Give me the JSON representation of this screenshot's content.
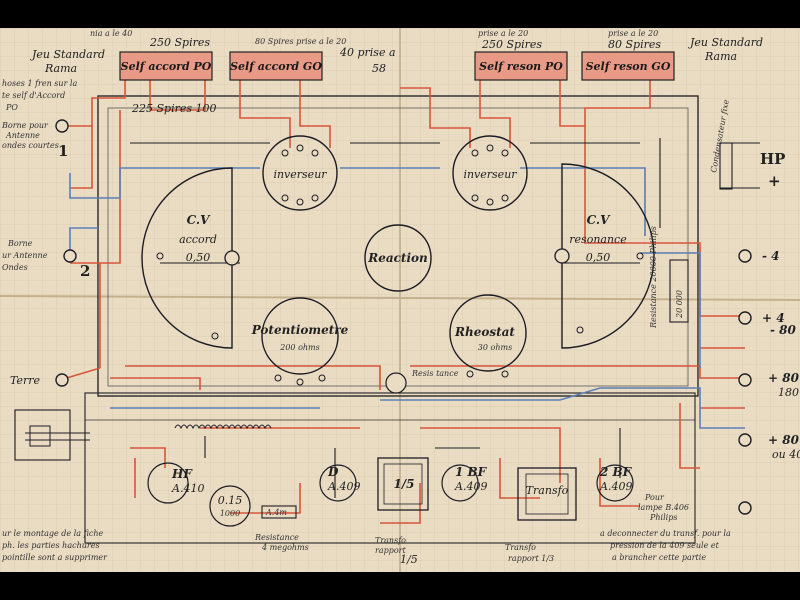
{
  "notes": {
    "top_left_1": "Jeu Standard",
    "top_left_2": "Rama",
    "top_right_1": "Jeu Standard",
    "top_right_2": "Rama",
    "spires_1": "nia a le 40",
    "spires_2": "250 Spires",
    "spires_3": "80 Spires prise a le 20",
    "spires_4": "40 prise a",
    "spires_5": "58",
    "spires_6": "prise a le 20",
    "spires_7": "250 Spires",
    "spires_8": "prise a le 20",
    "spires_9": "80 Spires",
    "spires_10": "225 Spires 100",
    "left_note_1": "hoses 1 fren sur la",
    "left_note_2": "te self d'Accord",
    "left_note_3": "PO",
    "left_borne_1": "Borne pour",
    "left_borne_2": "Antenne",
    "left_borne_3": "ondes courtes",
    "left_borne_4": "Borne",
    "left_borne_5": "ur Antenne",
    "left_borne_6": "Ondes",
    "terre": "Terre",
    "bottom_left_1": "ur le montage de la fiche",
    "bottom_left_2": "ph. les parties hachures",
    "bottom_left_3": "pointille sont a supprimer",
    "bottom_center_1": "Resistance",
    "bottom_center_2": "4 megohms",
    "bottom_center_3": "Transfo",
    "bottom_center_4": "rapport",
    "bottom_center_5": "1/5",
    "bottom_center_6": "Transfo",
    "bottom_center_7": "rapport 1/3",
    "bottom_right_1": "a deconnecter du transf. pour la",
    "bottom_right_2": "pression de la 409 seule et",
    "bottom_right_3": "a brancher cette partie",
    "cond_fixe": "Condensateur fixe",
    "hp_plus": "+",
    "resistor_note": "Resistance 20000 Philips"
  },
  "boxes": {
    "self_accord_po": "Self accord PO",
    "self_accord_go": "Self accord GO",
    "self_reson_po": "Self reson PO",
    "self_reson_go": "Self reson GO"
  },
  "components": {
    "inverseur_left": "inverseur",
    "inverseur_right": "inverseur",
    "cv_accord_1": "C.V",
    "cv_accord_2": "accord",
    "cv_accord_3": "0,50",
    "cv_reson_1": "C.V",
    "cv_reson_2": "resonance",
    "cv_reson_3": "0,50",
    "reaction": "Reaction",
    "potentiometre": "Potentiometre",
    "rheostat": "Rheostat",
    "pot_sub": "200 ohms",
    "rhe_sub": "30 ohms",
    "resistance_small": "Resis tance",
    "cap": "0.15",
    "cap2": "1000",
    "tube_hf": "HF",
    "tube_hf_ref": "A.410",
    "tube_d": "D",
    "tube_d_ref": "A.409",
    "tube_1bf": "1 BF",
    "tube_1bf_ref": "A.409",
    "tube_2bf": "2 BF",
    "tube_2bf_ref": "A.409",
    "tube_2bf_pour": "Pour",
    "tube_2bf_lampe": "lampe B.406",
    "tube_2bf_philips": "Philips",
    "transfo_1": "1/5",
    "transfo_2": "Transfo",
    "r4m": "A.4m",
    "r_ohm": "20 000"
  },
  "terminals": {
    "t1": "1",
    "t2": "2",
    "hp": "HP",
    "minus_4": "- 4",
    "plus_4": "+ 4",
    "minus_80": "- 80",
    "plus_80": "+ 80",
    "plus_80_sub": "180",
    "plus_80b": "+ 80",
    "plus_80b_sub": "ou 40"
  },
  "colors": {
    "paper": "#e9dcc3",
    "red_wire": "#d8553a",
    "blue_wire": "#5b7fb8",
    "ink": "#1c1c24",
    "box_fill": "#e89a86"
  }
}
